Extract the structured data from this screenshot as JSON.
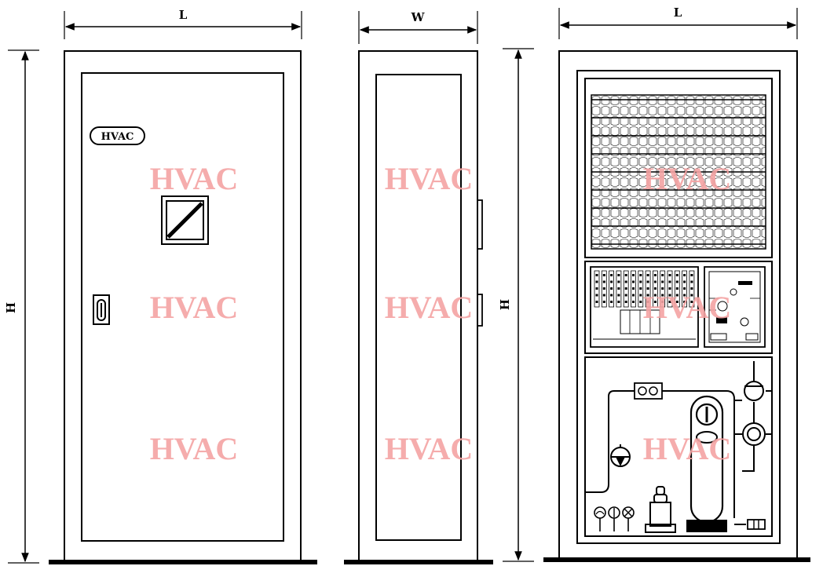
{
  "dimensions": {
    "front_length": "L",
    "front_height": "H",
    "side_width": "W",
    "side_height": "H",
    "rear_length": "L"
  },
  "badge": "HVAC",
  "watermark": "HVAC",
  "colors": {
    "line": "#000000",
    "watermark": "#f4a3a3",
    "background": "#ffffff"
  }
}
